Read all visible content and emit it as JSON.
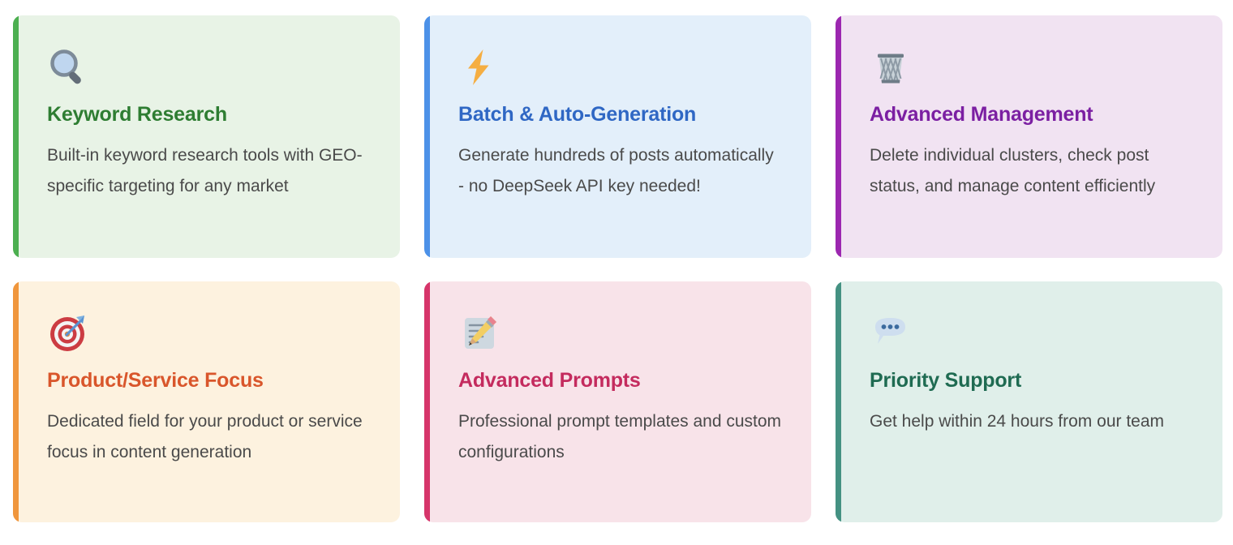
{
  "cards": [
    {
      "id": "keyword-research",
      "icon": "magnifying-glass-icon",
      "title": "Keyword Research",
      "description": "Built-in keyword research tools with GEO-specific targeting for any market",
      "accent_color": "#4CAF50",
      "title_color": "#2E7D32",
      "background_color": "#E8F3E6"
    },
    {
      "id": "batch-auto-generation",
      "icon": "lightning-bolt-icon",
      "title": "Batch & Auto-Generation",
      "description": "Generate hundreds of posts automatically - no DeepSeek API key needed!",
      "accent_color": "#4C91E8",
      "title_color": "#2F67C4",
      "background_color": "#E3EFFA"
    },
    {
      "id": "advanced-management",
      "icon": "wastebasket-icon",
      "title": "Advanced Management",
      "description": "Delete individual clusters, check post status, and manage content efficiently",
      "accent_color": "#9C27B0",
      "title_color": "#7B1FA2",
      "background_color": "#F1E3F2"
    },
    {
      "id": "product-service-focus",
      "icon": "dart-target-icon",
      "title": "Product/Service Focus",
      "description": "Dedicated field for your product or service focus in content generation",
      "accent_color": "#F0963C",
      "title_color": "#D9562B",
      "background_color": "#FDF2DF"
    },
    {
      "id": "advanced-prompts",
      "icon": "memo-pencil-icon",
      "title": "Advanced Prompts",
      "description": "Professional prompt templates and custom configurations",
      "accent_color": "#D6356A",
      "title_color": "#C42B5E",
      "background_color": "#F8E3E9"
    },
    {
      "id": "priority-support",
      "icon": "speech-balloon-icon",
      "title": "Priority Support",
      "description": "Get help within 24 hours from our team",
      "accent_color": "#449182",
      "title_color": "#1F6B52",
      "background_color": "#E0EFEA"
    }
  ]
}
